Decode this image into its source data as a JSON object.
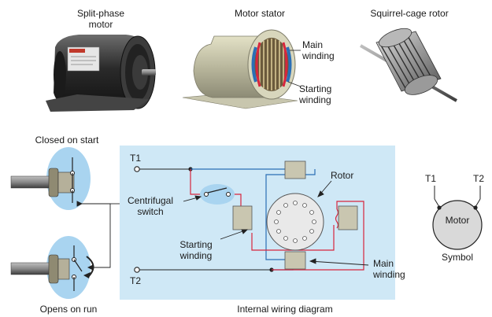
{
  "top": {
    "motor_caption_line1": "Split-phase",
    "motor_caption_line2": "motor",
    "stator_caption": "Motor stator",
    "rotor_caption": "Squirrel-cage rotor",
    "main_winding_line1": "Main",
    "main_winding_line2": "winding",
    "starting_winding_line1": "Starting",
    "starting_winding_line2": "winding"
  },
  "switch_views": {
    "closed_caption": "Closed on start",
    "open_caption": "Opens on run"
  },
  "wiring": {
    "caption": "Internal wiring diagram",
    "t1": "T1",
    "t2": "T2",
    "rotor_label": "Rotor",
    "centrifugal_line1": "Centrifugal",
    "centrifugal_line2": "switch",
    "starting_line1": "Starting",
    "starting_line2": "winding",
    "main_line1": "Main",
    "main_line2": "winding"
  },
  "symbol": {
    "t1": "T1",
    "t2": "T2",
    "motor_text": "Motor",
    "caption": "Symbol"
  },
  "colors": {
    "panel_bg": "#cfe8f6",
    "bubble_bg": "#a9d4f0",
    "main_wire": "#2b6fb5",
    "start_wire": "#d7263d",
    "black_wire": "#222222",
    "pole_fill": "#c9c6b0",
    "rotor_fill": "#e9e9e9"
  }
}
